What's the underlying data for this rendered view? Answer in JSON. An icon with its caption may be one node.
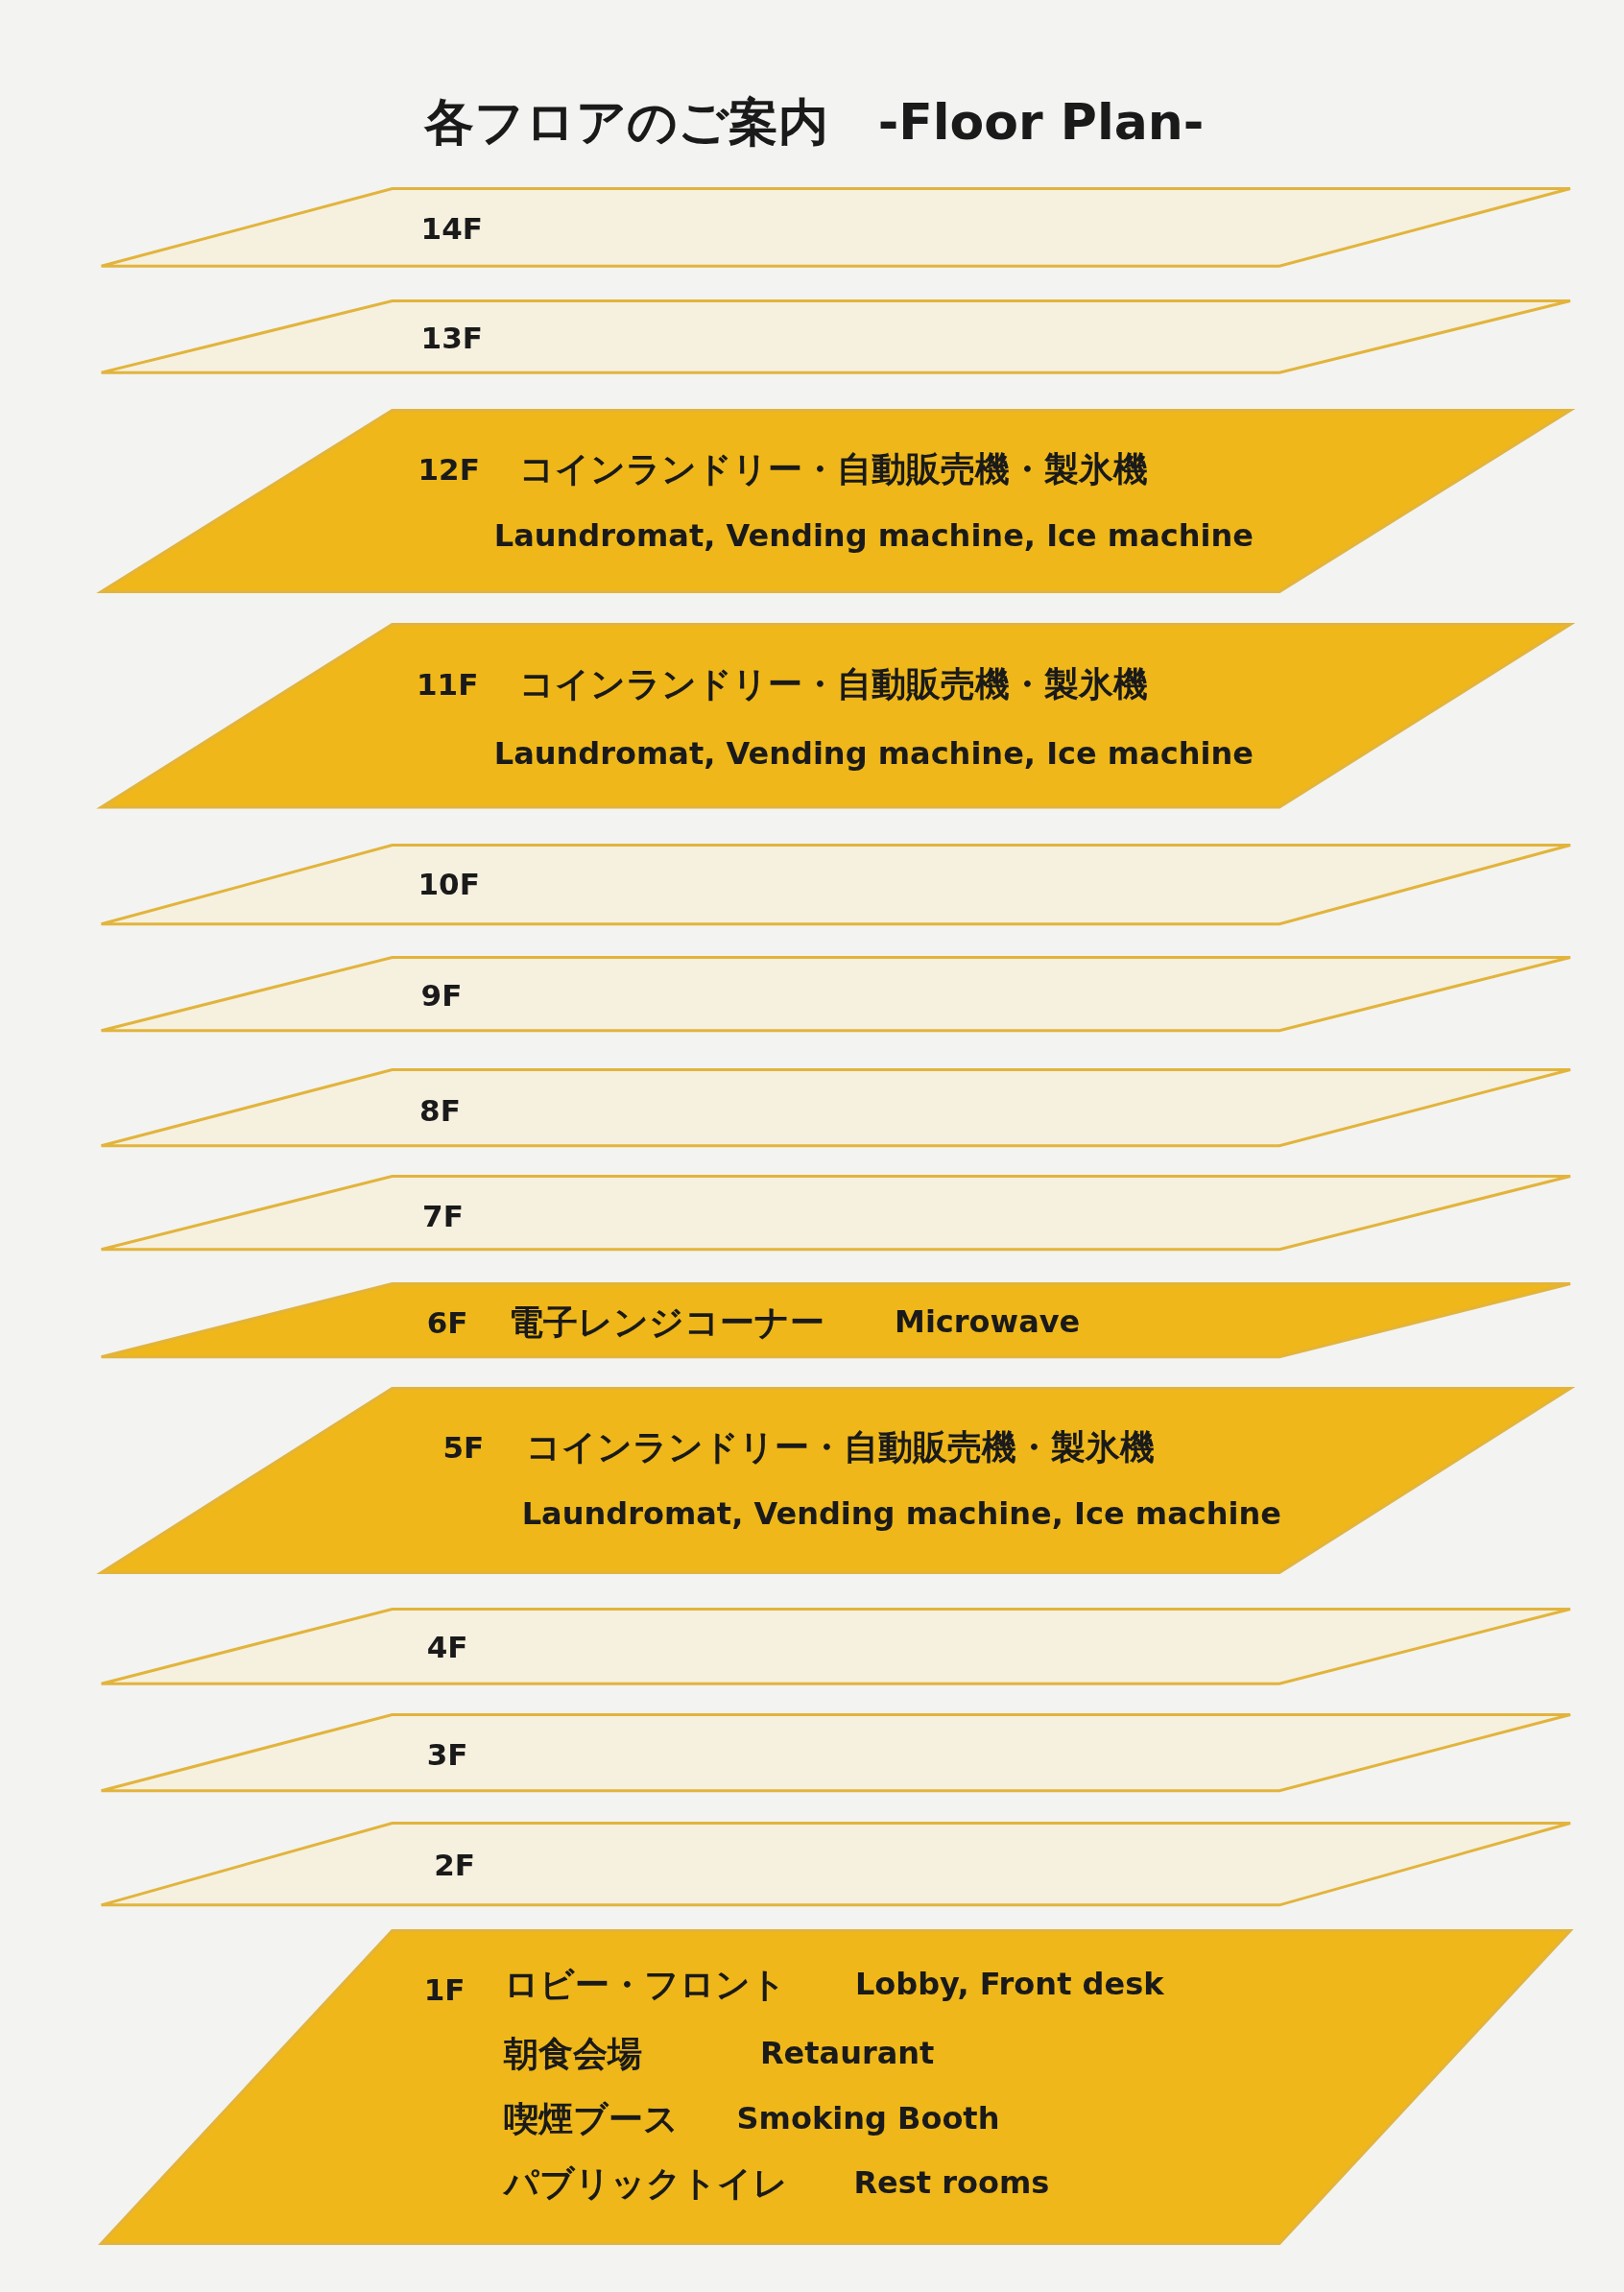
{
  "diagram": {
    "title": "各フロアのご案内　-Floor Plan-",
    "nodes": [
      {
        "text": [
          "14F"
        ]
      },
      {
        "text": [
          "13F"
        ]
      },
      {
        "text": [
          "12F",
          "コインランドリー・自動販売機・製氷機",
          "Laundromat, Vending machine, Ice machine"
        ]
      },
      {
        "text": [
          "11F",
          "コインランドリー・自動販売機・製氷機",
          "Laundromat, Vending machine, Ice machine"
        ]
      },
      {
        "text": [
          "10F"
        ]
      },
      {
        "text": [
          "9F"
        ]
      },
      {
        "text": [
          "8F"
        ]
      },
      {
        "text": [
          "7F"
        ]
      },
      {
        "text": [
          "6F",
          "電子レンジコーナー",
          "Microwave"
        ]
      },
      {
        "text": [
          "5F",
          "コインランドリー・自動販売機・製氷機",
          "Laundromat, Vending machine, Ice machine"
        ]
      },
      {
        "text": [
          "4F"
        ]
      },
      {
        "text": [
          "3F"
        ]
      },
      {
        "text": [
          "2F"
        ]
      },
      {
        "text": [
          "1F",
          "ロビー・フロント",
          "Lobby, Front desk",
          "朝食会場",
          "Retaurant",
          "喫煙ブース",
          "Smoking Booth",
          "パブリックトイレ",
          "Rest rooms"
        ]
      }
    ],
    "edges": []
  }
}
